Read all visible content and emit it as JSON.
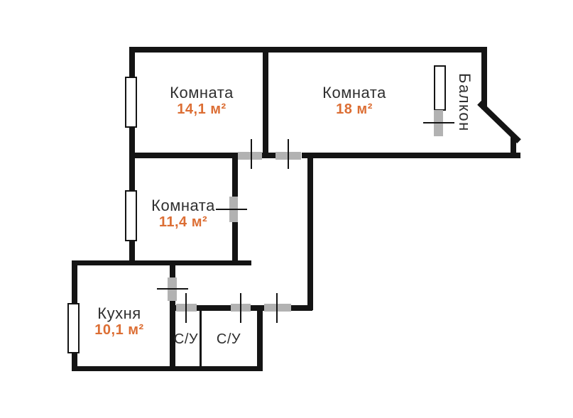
{
  "plan": {
    "type": "apartment-floor-plan",
    "rooms": [
      {
        "name": "Комната",
        "area": "14,1 м²"
      },
      {
        "name": "Комната",
        "area": "18 м²"
      },
      {
        "name": "Комната",
        "area": "11,4 м²"
      },
      {
        "name": "Кухня",
        "area": "10,1 м²"
      },
      {
        "name": "С/У"
      },
      {
        "name": "С/У"
      },
      {
        "name": "Балкон"
      }
    ],
    "colors": {
      "wall": "#141414",
      "door": "#b2b2b2",
      "window": "#ffffff",
      "room_name": "#2f2f2f",
      "area_value": "#dc6e34",
      "background": "#ffffff"
    }
  }
}
